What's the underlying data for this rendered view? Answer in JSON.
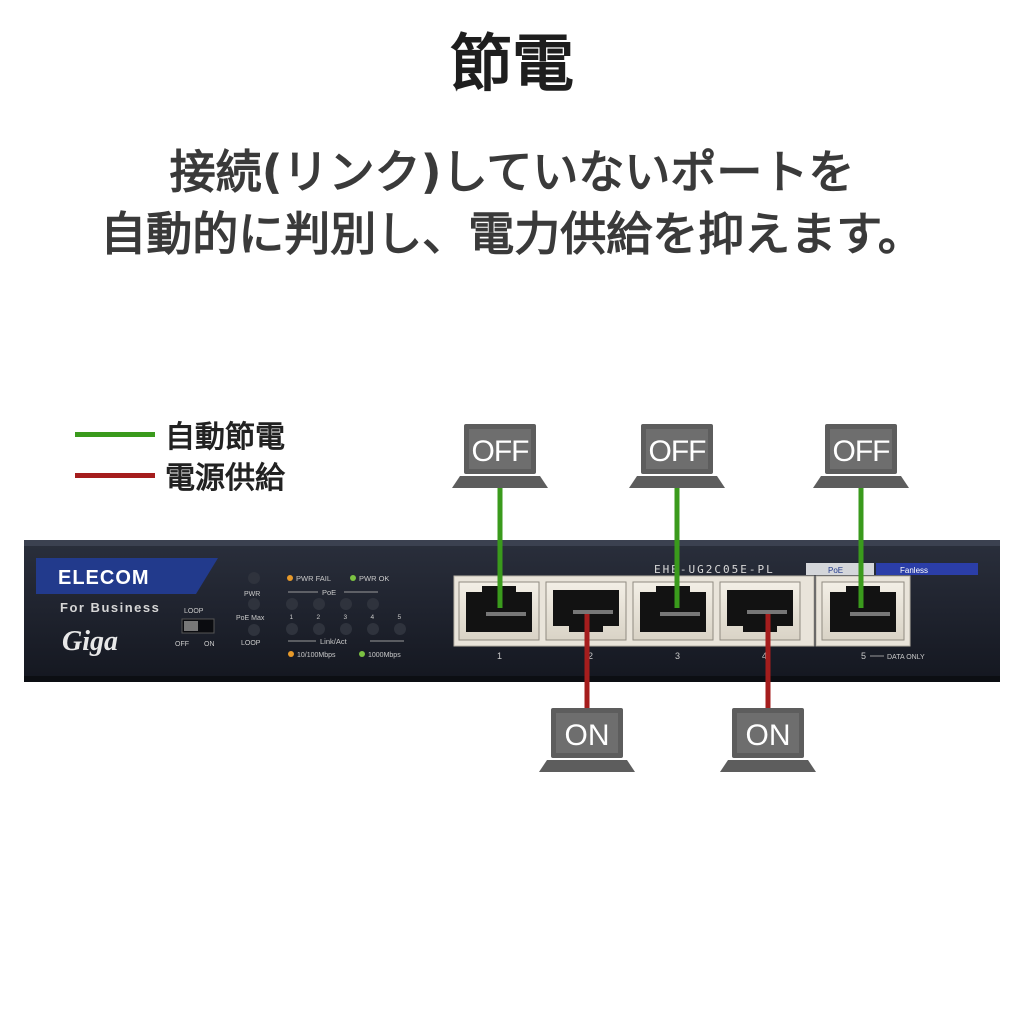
{
  "title": "節電",
  "subtitle": {
    "line1": "接続(リンク)していないポートを",
    "line2": "自動的に判別し、電力供給を抑えます。"
  },
  "legend": [
    {
      "label": "自動節電",
      "color": "#3a9a1c"
    },
    {
      "label": "電源供給",
      "color": "#a51d1d"
    }
  ],
  "status": {
    "off": "OFF",
    "on": "ON"
  },
  "device": {
    "brand": "ELECOM",
    "tagline": "For Business",
    "product_logo": "Giga",
    "model": "EHB-UG2C05E-PL",
    "badge_poe": "PoE",
    "badge_fanless": "Fanless",
    "switch_label": "LOOP",
    "switch_off": "OFF",
    "switch_on": "ON",
    "led_pwr": "PWR",
    "led_poe_max": "PoE Max",
    "led_loop": "LOOP",
    "legend_pwr_fail": "PWR FAIL",
    "legend_pwr_ok": "PWR OK",
    "group_poe": "PoE",
    "group_link": "Link/Act",
    "led_numbers": [
      "1",
      "2",
      "3",
      "4",
      "5"
    ],
    "speed_10_100": "10/100Mbps",
    "speed_1000": "1000Mbps",
    "port_labels": [
      "1",
      "2",
      "3",
      "4",
      "5"
    ],
    "data_only": "DATA ONLY"
  },
  "colors": {
    "green": "#3a9a1c",
    "red": "#a51d1d",
    "device_body": "#1b1f2a",
    "brand_blue": "#223a8c",
    "laptop_gray": "#5d5d5d"
  }
}
